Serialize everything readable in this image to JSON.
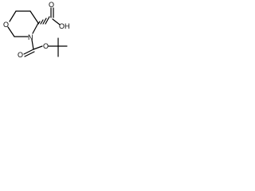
{
  "molecule": {
    "atoms": {
      "ring_oxygen": "O",
      "ring_nitrogen": "N",
      "acid_oh": "OH",
      "acid_carbonyl_o": "O",
      "carbamate_carbonyl_o": "O",
      "ester_oxygen": "O"
    }
  },
  "colors": {
    "bond": "#000000",
    "label": "#000000",
    "background": "#ffffff"
  }
}
